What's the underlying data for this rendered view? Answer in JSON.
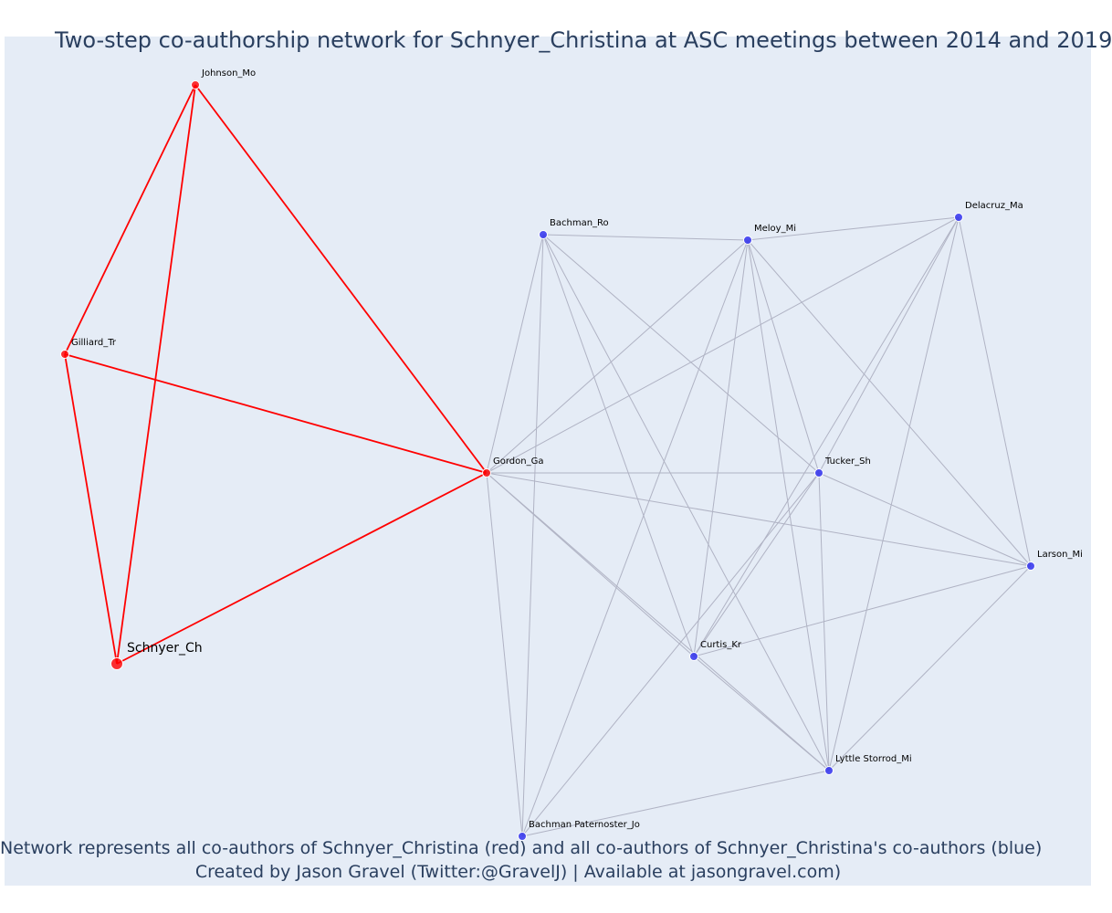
{
  "title": "Two-step co-authorship network for Schnyer_Christina at ASC meetings between 2014 and 2019",
  "caption": {
    "line1": "Network represents all co-authors of Schnyer_Christina (red) and all co-authors of Schnyer_Christina's co-authors (blue)",
    "line2": "Created by Jason Gravel (Twitter:@GravelJ) | Available at jasongravel.com)"
  },
  "colors": {
    "background": "#e5ecf6",
    "red": "#ff0000",
    "blue": "#3333ee",
    "edge_gray": "#b0b3c4"
  },
  "nodes": [
    {
      "id": "schnyer",
      "label": "Schnyer_Ch",
      "group": "red",
      "focal": true
    },
    {
      "id": "johnson",
      "label": "Johnson_Mo",
      "group": "red"
    },
    {
      "id": "gilliard",
      "label": "Gilliard_Tr",
      "group": "red"
    },
    {
      "id": "gordon",
      "label": "Gordon_Ga",
      "group": "red"
    },
    {
      "id": "bachman_ro",
      "label": "Bachman_Ro",
      "group": "blue"
    },
    {
      "id": "meloy",
      "label": "Meloy_Mi",
      "group": "blue"
    },
    {
      "id": "delacruz",
      "label": "Delacruz_Ma",
      "group": "blue"
    },
    {
      "id": "tucker",
      "label": "Tucker_Sh",
      "group": "blue"
    },
    {
      "id": "larson",
      "label": "Larson_Mi",
      "group": "blue"
    },
    {
      "id": "curtis",
      "label": "Curtis_Kr",
      "group": "blue"
    },
    {
      "id": "lyttle",
      "label": "Lyttle Storrod_Mi",
      "group": "blue"
    },
    {
      "id": "bachman_pat",
      "label": "Bachman Paternoster_Jo",
      "group": "blue"
    }
  ],
  "edges": [
    {
      "source": "schnyer",
      "target": "johnson",
      "group": "red"
    },
    {
      "source": "schnyer",
      "target": "gilliard",
      "group": "red"
    },
    {
      "source": "schnyer",
      "target": "gordon",
      "group": "red"
    },
    {
      "source": "johnson",
      "target": "gilliard",
      "group": "red"
    },
    {
      "source": "johnson",
      "target": "gordon",
      "group": "red"
    },
    {
      "source": "gilliard",
      "target": "gordon",
      "group": "red"
    },
    {
      "source": "gordon",
      "target": "bachman_ro",
      "group": "gray"
    },
    {
      "source": "gordon",
      "target": "meloy",
      "group": "gray"
    },
    {
      "source": "gordon",
      "target": "delacruz",
      "group": "gray"
    },
    {
      "source": "gordon",
      "target": "tucker",
      "group": "gray"
    },
    {
      "source": "gordon",
      "target": "larson",
      "group": "gray"
    },
    {
      "source": "gordon",
      "target": "curtis",
      "group": "gray"
    },
    {
      "source": "gordon",
      "target": "lyttle",
      "group": "gray"
    },
    {
      "source": "gordon",
      "target": "bachman_pat",
      "group": "gray"
    },
    {
      "source": "bachman_ro",
      "target": "meloy",
      "group": "gray"
    },
    {
      "source": "bachman_ro",
      "target": "tucker",
      "group": "gray"
    },
    {
      "source": "bachman_ro",
      "target": "curtis",
      "group": "gray"
    },
    {
      "source": "bachman_ro",
      "target": "lyttle",
      "group": "gray"
    },
    {
      "source": "bachman_ro",
      "target": "bachman_pat",
      "group": "gray"
    },
    {
      "source": "meloy",
      "target": "delacruz",
      "group": "gray"
    },
    {
      "source": "meloy",
      "target": "tucker",
      "group": "gray"
    },
    {
      "source": "meloy",
      "target": "larson",
      "group": "gray"
    },
    {
      "source": "meloy",
      "target": "curtis",
      "group": "gray"
    },
    {
      "source": "meloy",
      "target": "lyttle",
      "group": "gray"
    },
    {
      "source": "meloy",
      "target": "bachman_pat",
      "group": "gray"
    },
    {
      "source": "delacruz",
      "target": "tucker",
      "group": "gray"
    },
    {
      "source": "delacruz",
      "target": "larson",
      "group": "gray"
    },
    {
      "source": "delacruz",
      "target": "curtis",
      "group": "gray"
    },
    {
      "source": "delacruz",
      "target": "lyttle",
      "group": "gray"
    },
    {
      "source": "tucker",
      "target": "larson",
      "group": "gray"
    },
    {
      "source": "tucker",
      "target": "curtis",
      "group": "gray"
    },
    {
      "source": "tucker",
      "target": "lyttle",
      "group": "gray"
    },
    {
      "source": "tucker",
      "target": "bachman_pat",
      "group": "gray"
    },
    {
      "source": "larson",
      "target": "curtis",
      "group": "gray"
    },
    {
      "source": "larson",
      "target": "lyttle",
      "group": "gray"
    },
    {
      "source": "curtis",
      "target": "lyttle",
      "group": "gray"
    },
    {
      "source": "lyttle",
      "target": "bachman_pat",
      "group": "gray"
    }
  ]
}
